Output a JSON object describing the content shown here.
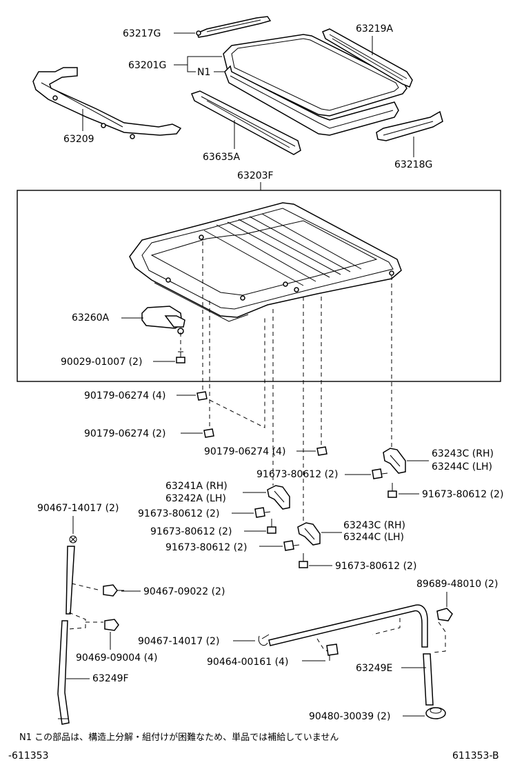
{
  "labels": {
    "p63217G": "63217G",
    "p63219A": "63219A",
    "p63201G": "63201G",
    "n1": "N1",
    "p63209": "63209",
    "p63635A": "63635A",
    "p63218G": "63218G",
    "p63203F": "63203F",
    "p63260A": "63260A",
    "p90029": "90029-01007 (2)",
    "p90179a": "90179-06274 (4)",
    "p90179b": "90179-06274 (2)",
    "p90179c": "90179-06274 (4)",
    "p63243C_1": "63243C (RH)",
    "p63244C_1": "63244C (LH)",
    "p91673a": "91673-80612 (2)",
    "p91673b": "91673-80612 (2)",
    "p63241A": "63241A (RH)",
    "p63242A": "63242A (LH)",
    "p90467_14017a": "90467-14017 (2)",
    "p91673c": "91673-80612 (2)",
    "p91673d": "91673-80612 (2)",
    "p63243C_2": "63243C (RH)",
    "p63244C_2": "63244C (LH)",
    "p91673e": "91673-80612 (2)",
    "p91673f": "91673-80612 (2)",
    "p89689": "89689-48010 (2)",
    "p90467_09022": "90467-09022 (2)",
    "p90467_14017b": "90467-14017 (2)",
    "p90469": "90469-09004 (4)",
    "p90464": "90464-00161 (4)",
    "p63249E": "63249E",
    "p63249F": "63249F",
    "p90480": "90480-30039 (2)"
  },
  "footnote": "N1 この部品は、構造上分解・組付けが困難なため、単品では補給していません",
  "footer": {
    "left": "-611353",
    "right": "611353-B"
  }
}
